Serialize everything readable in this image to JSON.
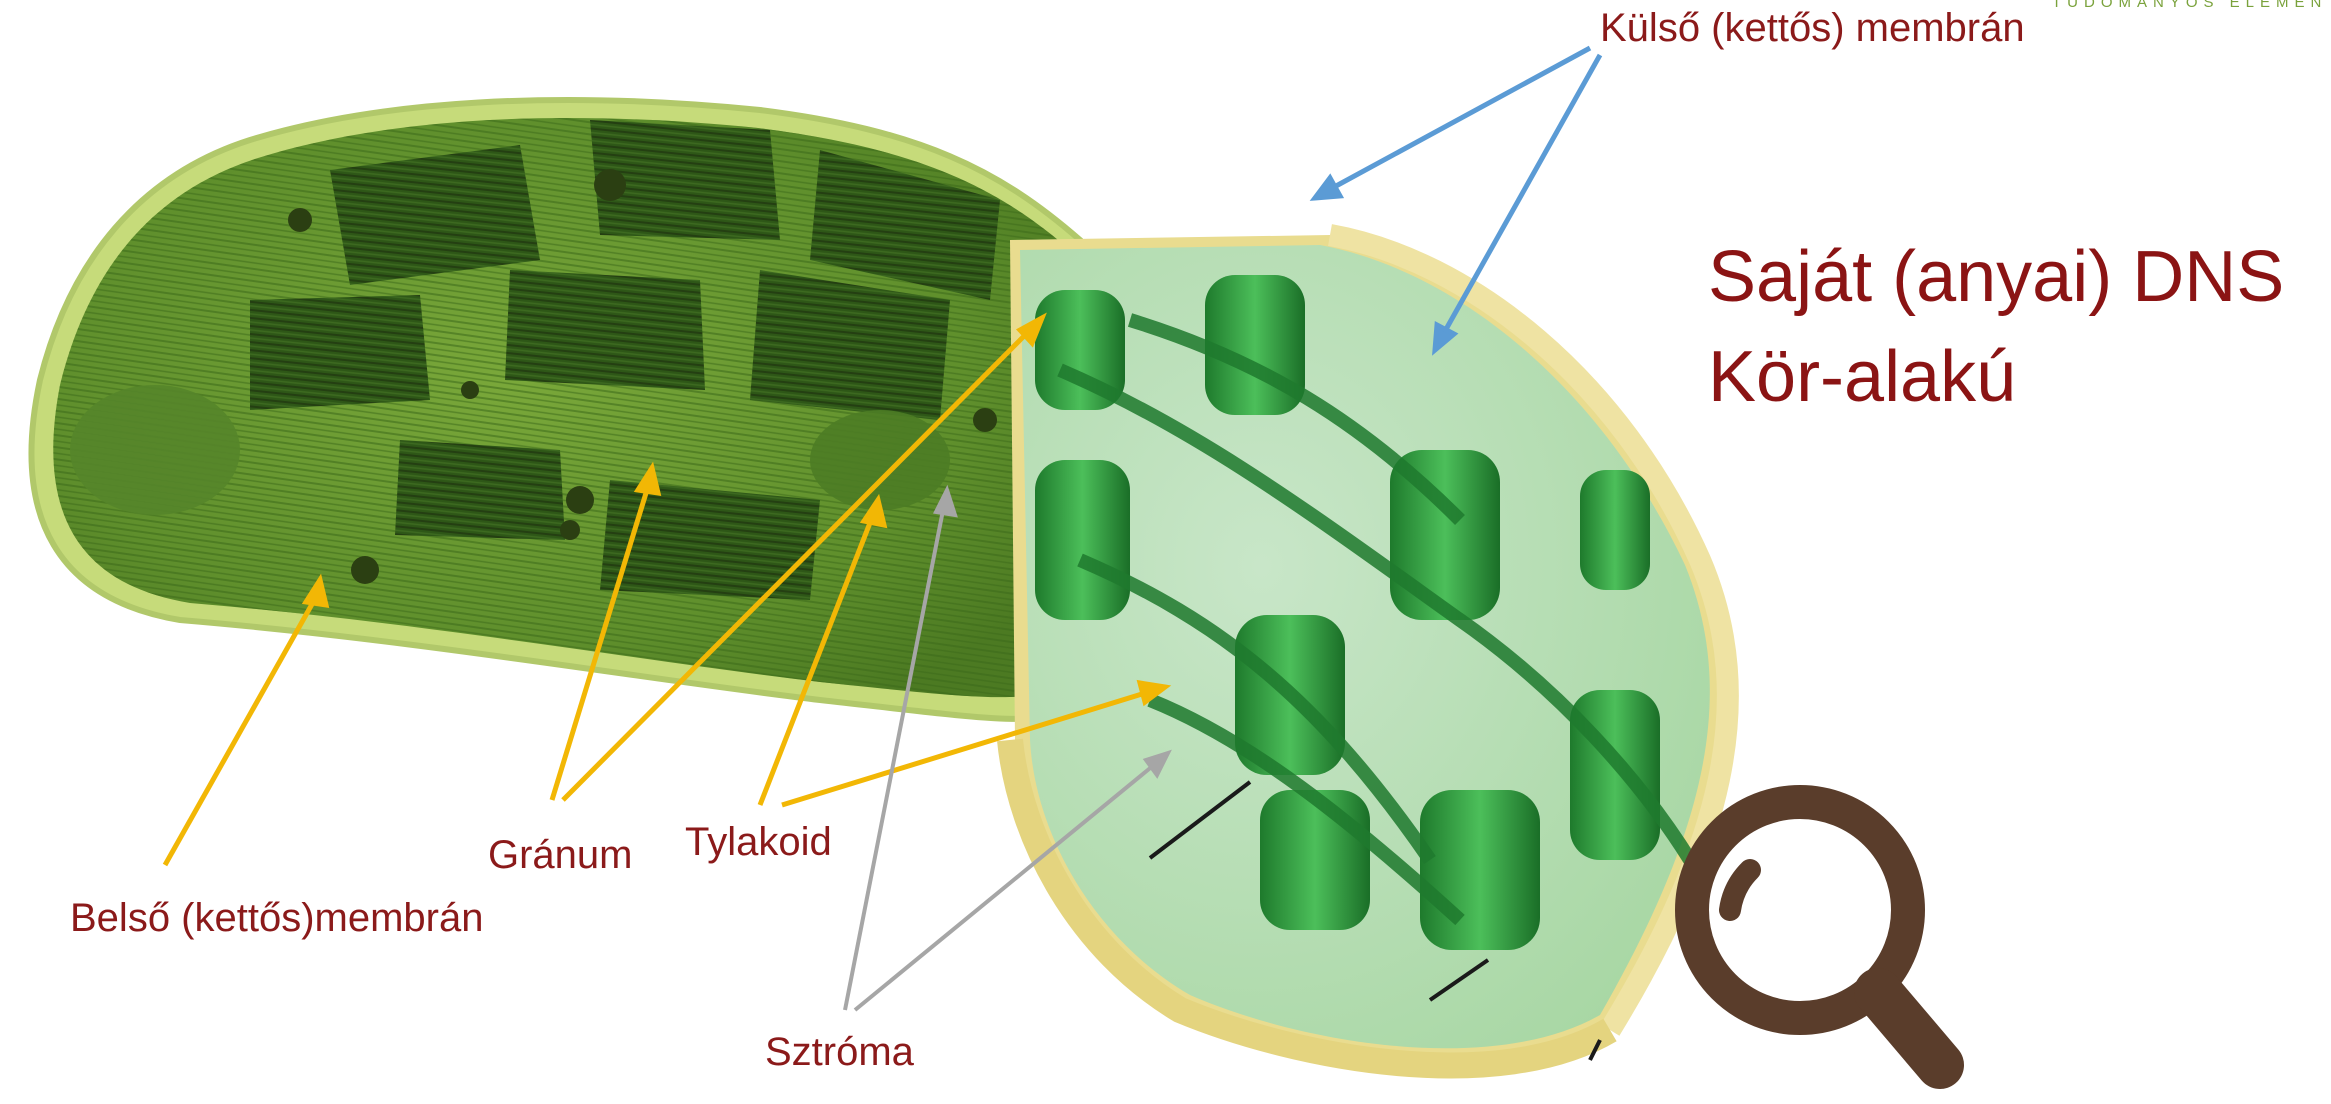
{
  "brand_text": "TUDOMÁNYOS ELEMENTRÓZS",
  "labels": {
    "outer_membrane": "Külső (kettős) membrán",
    "inner_membrane": "Belső (kettős)membrán",
    "granum": "Gránum",
    "thylakoid": "Tylakoid",
    "stroma": "Sztróma"
  },
  "notes": {
    "line1": "Saját (anyai) DNS",
    "line2": "Kör-alakú"
  },
  "icons": {
    "magnifier": "magnifier-icon"
  },
  "colors": {
    "label_text": "#8b1a1a",
    "arrow_yellow": "#f2b705",
    "arrow_blue": "#5b9bd5",
    "arrow_gray": "#a6a6a6",
    "magnifier": "#5a3d2b"
  }
}
